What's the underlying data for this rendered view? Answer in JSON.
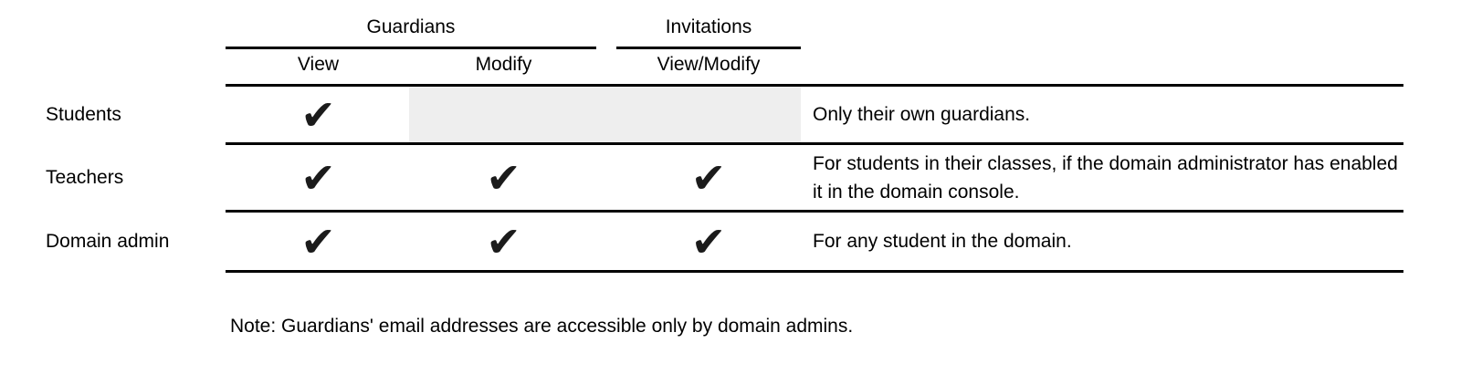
{
  "table": {
    "groups": [
      {
        "label": "Guardians"
      },
      {
        "label": "Invitations"
      }
    ],
    "columns": [
      {
        "label": "View"
      },
      {
        "label": "Modify"
      },
      {
        "label": "View/Modify"
      }
    ],
    "rows": [
      {
        "label": "Students",
        "checks": {
          "view": "✔",
          "modify": "",
          "view_modify": ""
        },
        "note": "Only their own guardians."
      },
      {
        "label": "Teachers",
        "checks": {
          "view": "✔",
          "modify": "✔",
          "view_modify": "✔"
        },
        "note": "For students in their classes, if the domain administrator has enabled it in the domain console."
      },
      {
        "label": "Domain admin",
        "checks": {
          "view": "✔",
          "modify": "✔",
          "view_modify": "✔"
        },
        "note": "For any student in the domain."
      }
    ]
  },
  "footnote": "Note: Guardians' email addresses are accessible only by domain admins.",
  "colors": {
    "text": "#000000",
    "rule": "#000000",
    "disabled_cell_bg": "#eeeeee",
    "check": "#1b1b1b"
  }
}
